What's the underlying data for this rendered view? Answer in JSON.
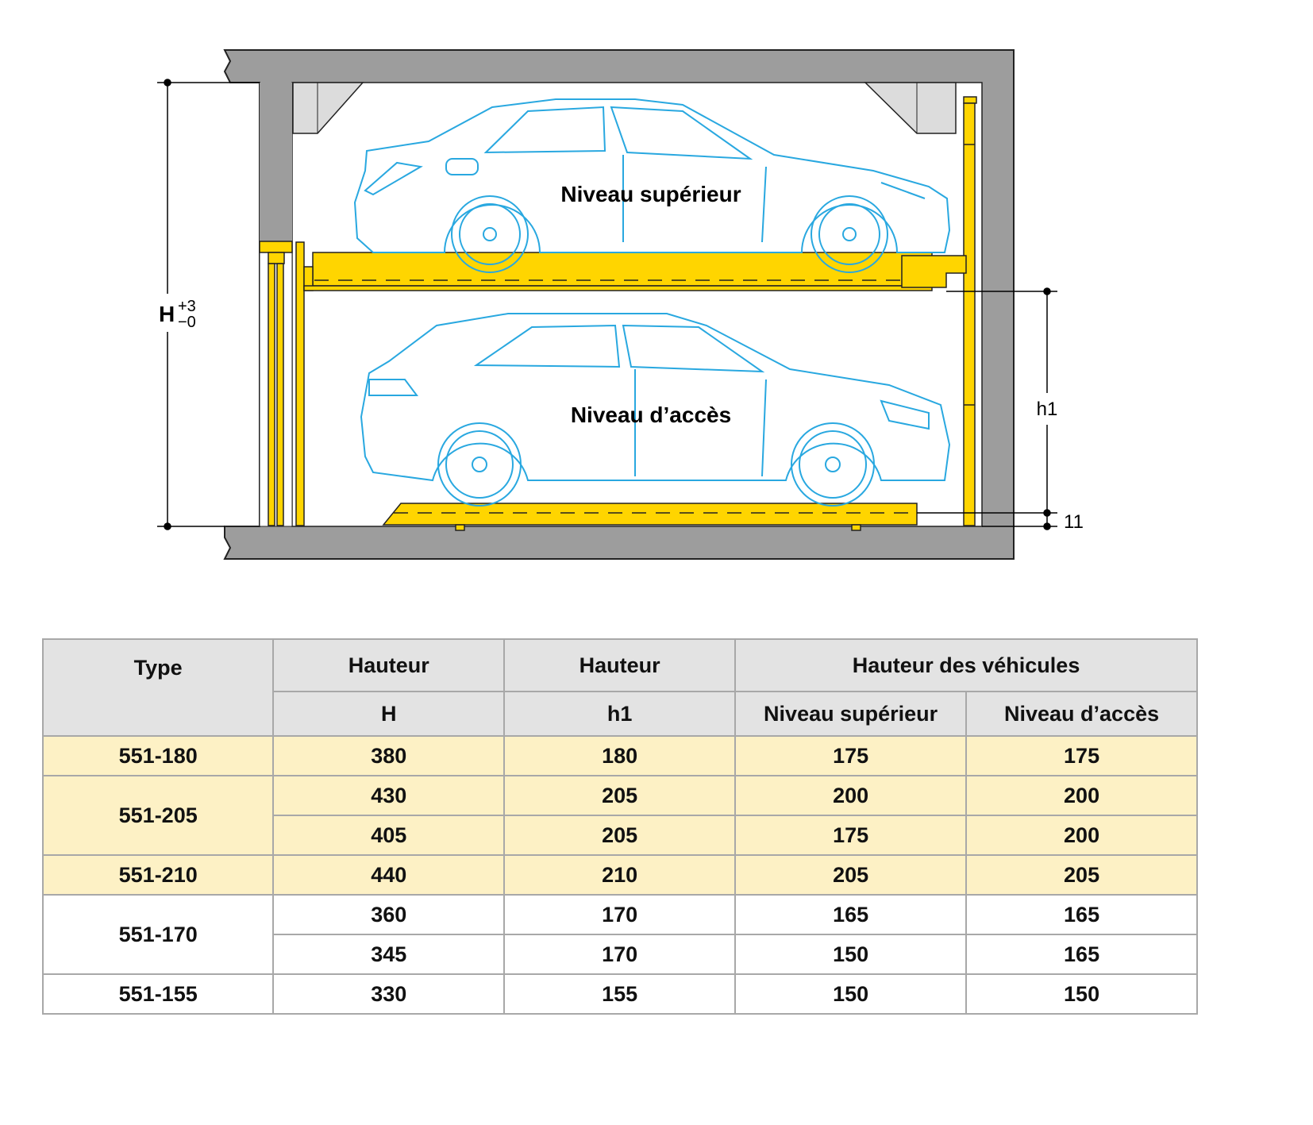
{
  "diagram": {
    "upper_label": "Niveau supérieur",
    "lower_label": "Niveau d’accès",
    "dim_H": "H",
    "dim_H_tol_plus": "+3",
    "dim_H_tol_minus": "−0",
    "dim_h1": "h1",
    "dim_11": "11",
    "colors": {
      "wall": "#9d9d9d",
      "platform": "#ffd500",
      "car": "#29a8e0",
      "header": "#e3e3e3",
      "highlight": "#fdf1c5"
    }
  },
  "table": {
    "headers": {
      "type": "Type",
      "height_H_top": "Hauteur",
      "height_H_bottom": "H",
      "height_h1_top": "Hauteur",
      "height_h1_bottom": "h1",
      "vehicles": "Hauteur des véhicules",
      "upper": "Niveau supérieur",
      "access": "Niveau d’accès"
    },
    "rows": [
      {
        "type": "551-180",
        "H": "380",
        "h1": "180",
        "upper": "175",
        "access": "175"
      },
      {
        "type": "551-205",
        "H": "430",
        "h1": "205",
        "upper": "200",
        "access": "200"
      },
      {
        "type": "",
        "H": "405",
        "h1": "205",
        "upper": "175",
        "access": "200"
      },
      {
        "type": "551-210",
        "H": "440",
        "h1": "210",
        "upper": "205",
        "access": "205"
      },
      {
        "type": "551-170",
        "H": "360",
        "h1": "170",
        "upper": "165",
        "access": "165"
      },
      {
        "type": "",
        "H": "345",
        "h1": "170",
        "upper": "150",
        "access": "165"
      },
      {
        "type": "551-155",
        "H": "330",
        "h1": "155",
        "upper": "150",
        "access": "150"
      }
    ]
  }
}
